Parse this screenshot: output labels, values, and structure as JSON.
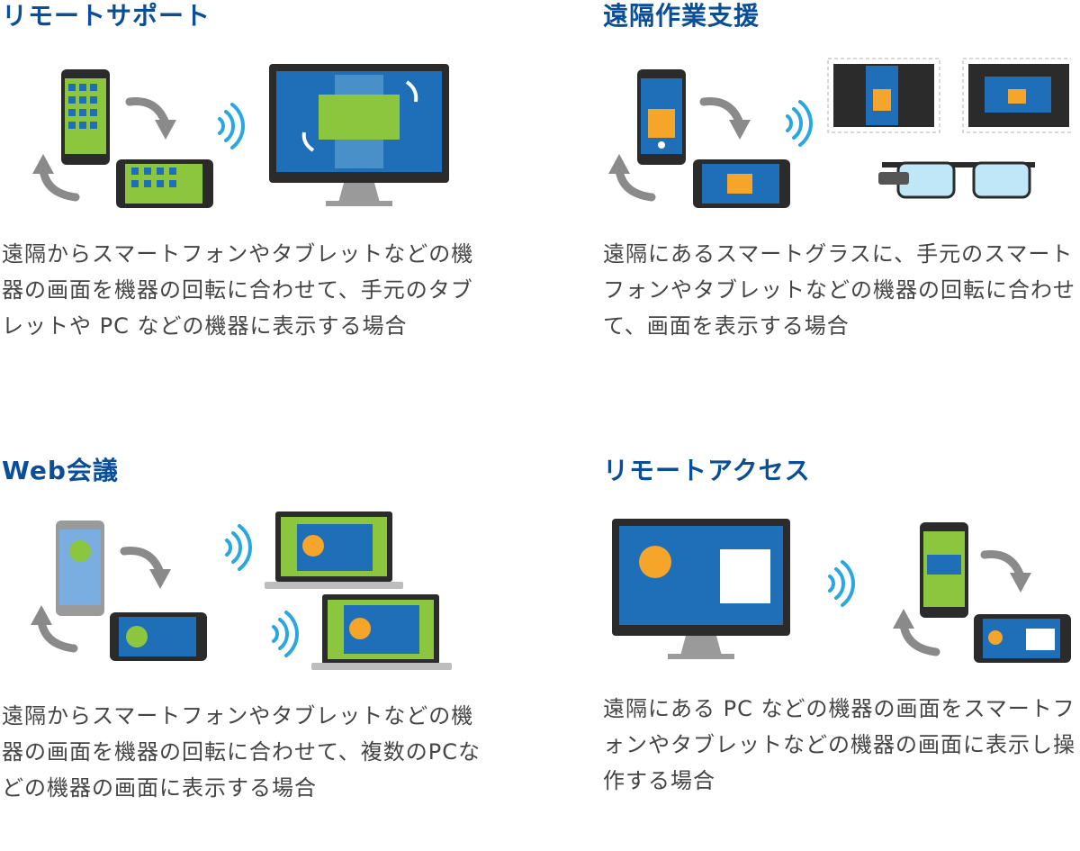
{
  "panels": [
    {
      "title": "リモートサポート",
      "description": "遠隔からスマートフォンやタブレットなどの機器の画面を機器の回転に合わせて、手元のタブレットや PC などの機器に表示する場合"
    },
    {
      "title": "遠隔作業支援",
      "description": "遠隔にあるスマートグラスに、手元のスマートフォンやタブレットなどの機器の回転に合わせて、画面を表示する場合"
    },
    {
      "title": "Web会議",
      "description": "遠隔からスマートフォンやタブレットなどの機器の画面を機器の回転に合わせて、複数のPCなどの機器の画面に表示する場合"
    },
    {
      "title": "リモートアクセス",
      "description": "遠隔にある PC などの機器の画面をスマートフォンやタブレットなどの機器の画面に表示し操作する場合"
    }
  ],
  "colors": {
    "title": "#0a4e97",
    "text": "#444444",
    "screen_blue": "#1f6fb8",
    "screen_green": "#8cc63f",
    "device_dark": "#2b2b2b",
    "arrow_gray": "#8a8a8a",
    "wifi_blue": "#2aa7e0"
  }
}
